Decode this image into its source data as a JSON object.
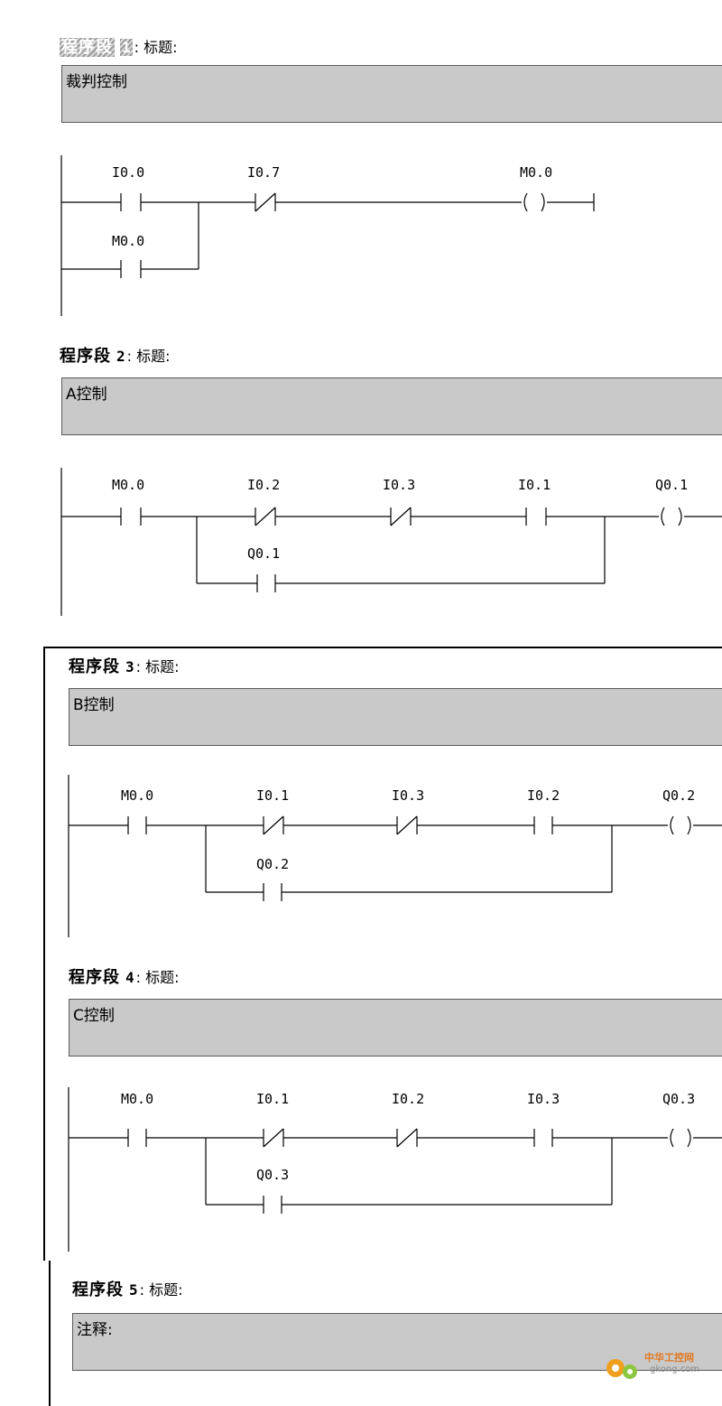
{
  "title_keyword": "程序段",
  "title_label": "标题:",
  "networks": [
    {
      "number": "1",
      "comment": "裁判控制",
      "contacts": [
        {
          "address": "I0.0",
          "type": "NO"
        },
        {
          "address": "M0.0",
          "type": "NO"
        },
        {
          "address": "I0.7",
          "type": "NC"
        }
      ],
      "coil": "M0.0"
    },
    {
      "number": "2",
      "comment": "A控制",
      "contacts": [
        {
          "address": "M0.0",
          "type": "NO"
        },
        {
          "address": "I0.2",
          "type": "NC"
        },
        {
          "address": "I0.3",
          "type": "NC"
        },
        {
          "address": "I0.1",
          "type": "NO"
        },
        {
          "address": "Q0.1",
          "type": "NO"
        }
      ],
      "coil": "Q0.1"
    },
    {
      "number": "3",
      "comment": "B控制",
      "contacts": [
        {
          "address": "M0.0",
          "type": "NO"
        },
        {
          "address": "I0.1",
          "type": "NC"
        },
        {
          "address": "I0.3",
          "type": "NC"
        },
        {
          "address": "I0.2",
          "type": "NO"
        },
        {
          "address": "Q0.2",
          "type": "NO"
        }
      ],
      "coil": "Q0.2"
    },
    {
      "number": "4",
      "comment": "C控制",
      "contacts": [
        {
          "address": "M0.0",
          "type": "NO"
        },
        {
          "address": "I0.1",
          "type": "NC"
        },
        {
          "address": "I0.2",
          "type": "NC"
        },
        {
          "address": "I0.3",
          "type": "NO"
        },
        {
          "address": "Q0.3",
          "type": "NO"
        }
      ],
      "coil": "Q0.3"
    },
    {
      "number": "5",
      "comment": "注释:"
    }
  ],
  "watermark": {
    "text": "中华工控网",
    "sub": "gkong.com"
  }
}
